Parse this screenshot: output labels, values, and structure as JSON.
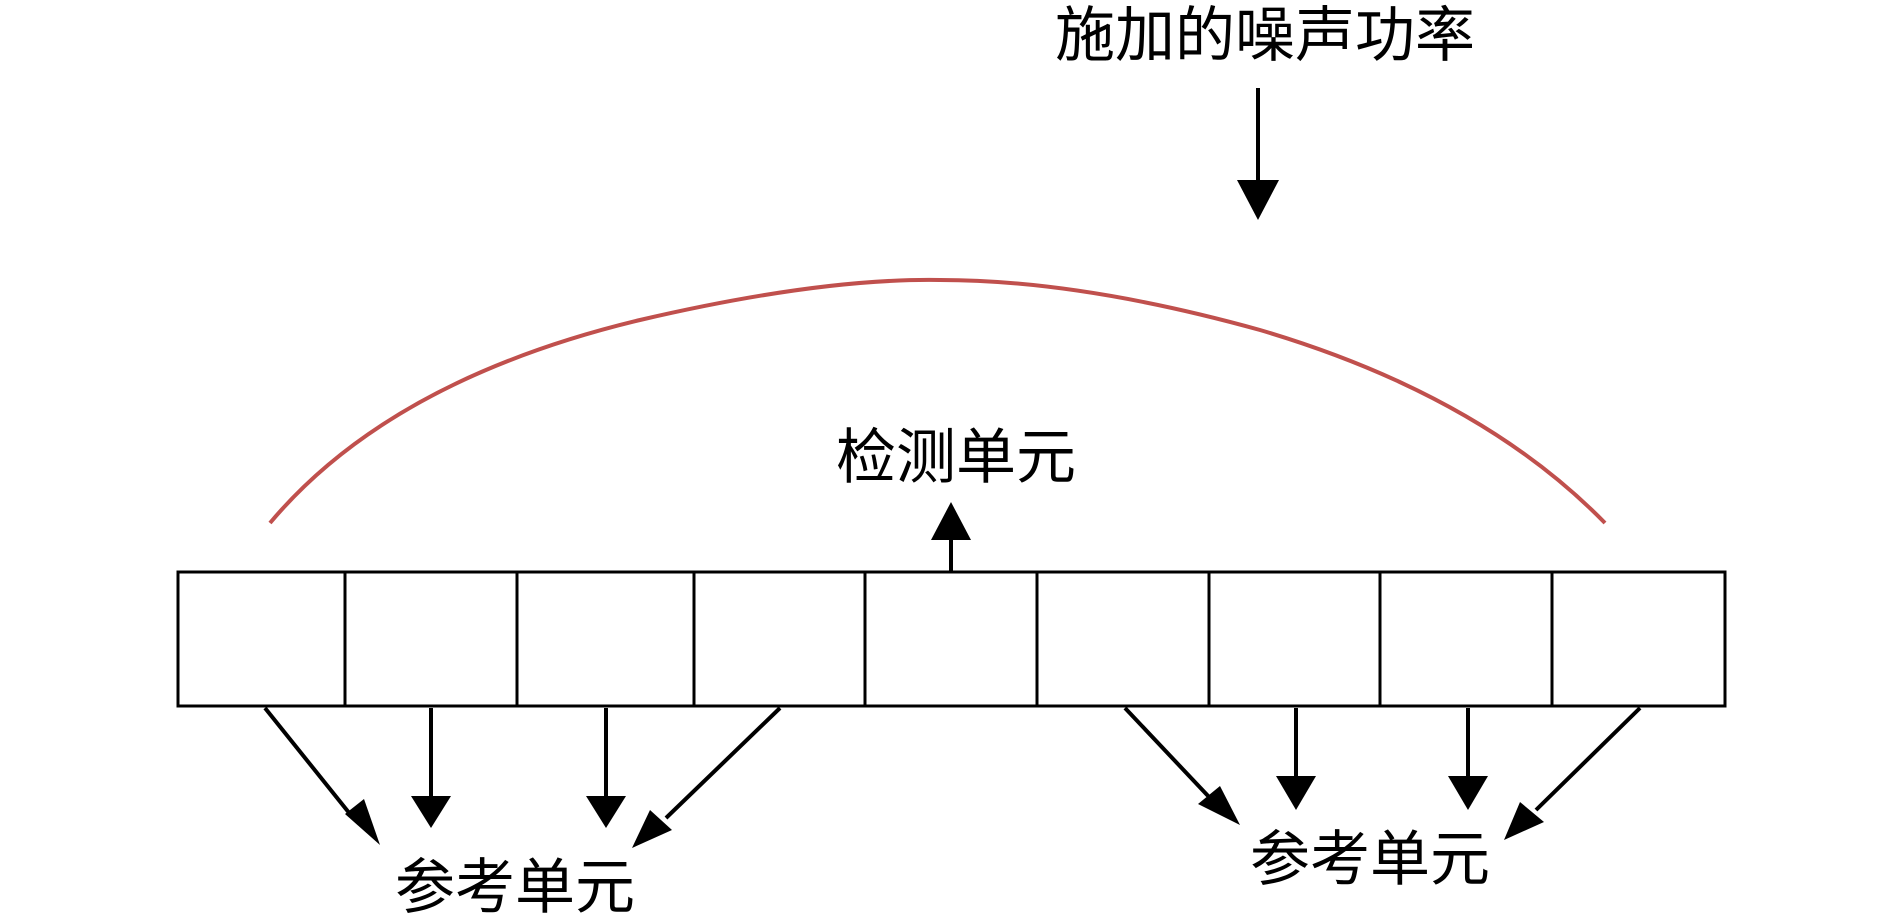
{
  "labels": {
    "noise_power": "施加的噪声功率",
    "detection_cell": "检测单元",
    "reference_cells_left": "参考单元",
    "reference_cells_right": "参考单元"
  },
  "cells": {
    "count": 9,
    "detection_index": 4
  },
  "colors": {
    "line": "#000000",
    "arc": "#c0504d",
    "background": "#ffffff"
  }
}
